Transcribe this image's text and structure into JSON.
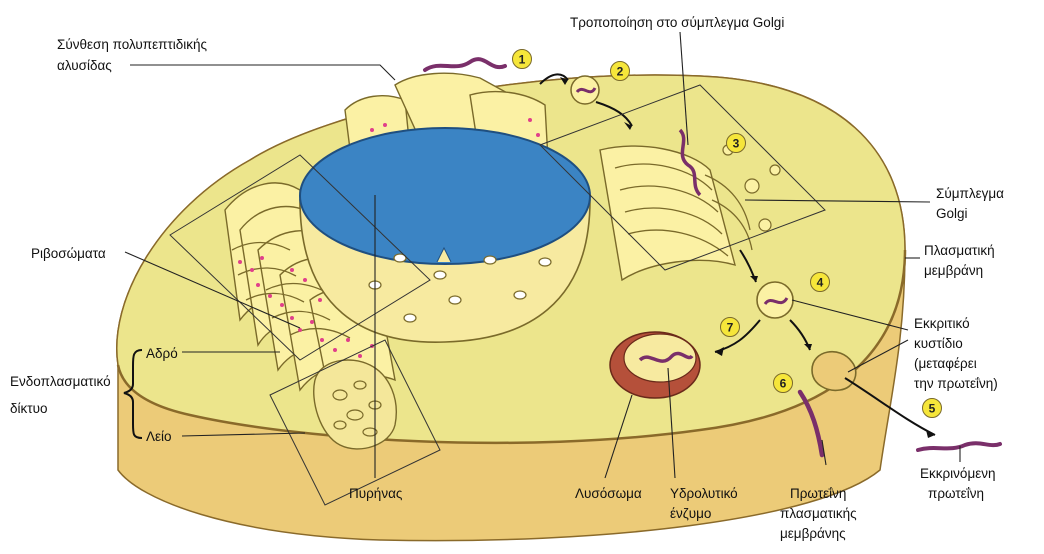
{
  "labels": {
    "golgi_modification": "Τροποποίηση στο σύμπλεγμα Golgi",
    "polypeptide_synthesis_l1": "Σύνθεση πολυπεπτιδικής",
    "polypeptide_synthesis_l2": "αλυσίδας",
    "golgi_complex_l1": "Σύμπλεγμα",
    "golgi_complex_l2": "Golgi",
    "plasma_membrane_l1": "Πλασματική",
    "plasma_membrane_l2": "μεμβράνη",
    "ribosomes": "Ριβοσώματα",
    "secretory_vesicle_l1": "Εκκριτικό",
    "secretory_vesicle_l2": "κυστίδιο",
    "secretory_vesicle_l3": "(μεταφέρει",
    "secretory_vesicle_l4": "την πρωτεΐνη)",
    "rough": "Αδρό",
    "er_l1": "Ενδοπλασματικό",
    "er_l2": "δίκτυο",
    "smooth": "Λείο",
    "nucleus": "Πυρήνας",
    "lysosome": "Λυσόσωμα",
    "hydrolytic_enzyme_l1": "Υδρολυτικό",
    "hydrolytic_enzyme_l2": "ένζυμο",
    "membrane_protein_l1": "Πρωτεΐνη",
    "membrane_protein_l2": "πλασματικής",
    "membrane_protein_l3": "μεμβράνης",
    "secreted_protein_l1": "Εκκρινόμενη",
    "secreted_protein_l2": "πρωτεΐνη"
  },
  "steps": [
    "1",
    "2",
    "3",
    "4",
    "5",
    "6",
    "7"
  ],
  "colors": {
    "cytoplasm": "#ece58c",
    "cell_wall_side": "#eccb78",
    "nucleus": "#3b84c4",
    "protein": "#7a2f6a",
    "ribosome": "#e0408a",
    "lysosome": "#b5503a",
    "step_badge": "#f6e63a"
  }
}
